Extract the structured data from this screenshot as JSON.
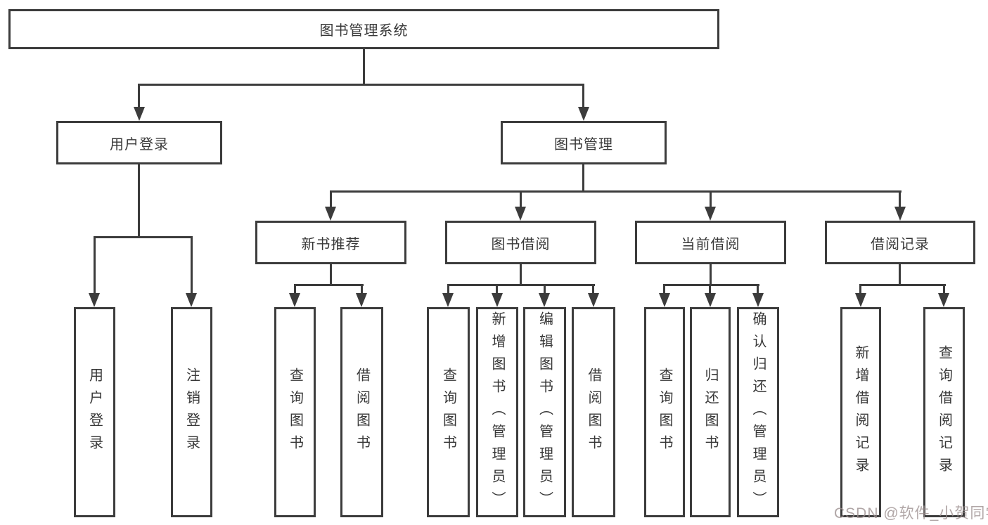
{
  "diagram": {
    "root": "图书管理系统",
    "level2": {
      "user_login": "用户登录",
      "book_mgmt": "图书管理"
    },
    "level3": {
      "new_book_rec": "新书推荐",
      "book_borrow": "图书借阅",
      "current_borrow": "当前借阅",
      "borrow_record": "借阅记录"
    },
    "leaves": {
      "user_login": "用户登录",
      "logout": "注销登录",
      "nb_query_books": "查询图书",
      "nb_borrow_books": "借阅图书",
      "bb_query_books": "查询图书",
      "bb_add_books": "新增图书（管理员）",
      "bb_edit_books": "编辑图书（管理员）",
      "bb_borrow_books": "借阅图书",
      "cb_query_books": "查询图书",
      "cb_return_books": "归还图书",
      "cb_confirm_return": "确认归还（管理员）",
      "br_add_record": "新增借阅记录",
      "br_query_record": "查询借阅记录"
    }
  },
  "watermark": "CSDN @软件_小贺同学",
  "colors": {
    "line": "#3c3c3c",
    "text": "#383838",
    "background": "#ffffff",
    "watermark_text": "#9c9090"
  }
}
